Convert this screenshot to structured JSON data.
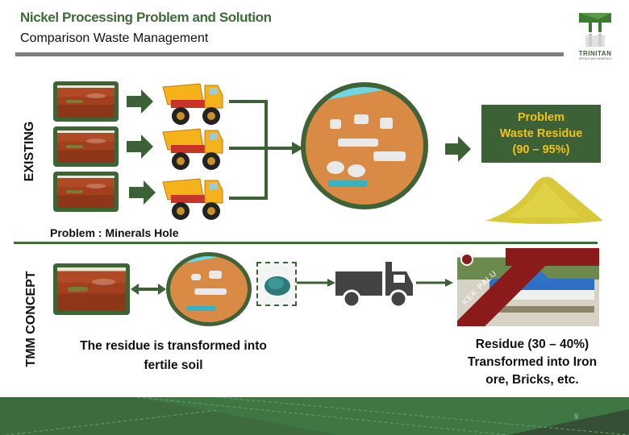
{
  "header": {
    "title": "Nickel Processing Problem and Solution",
    "subtitle": "Comparison Waste Management"
  },
  "logo": {
    "name": "TRINITAN",
    "tagline": "METALS AND MINERALS"
  },
  "existing": {
    "section_label": "EXISTING",
    "mine_caption": "Problem : Minerals Hole",
    "problem_box": {
      "line1": "Problem",
      "line2": "Waste Residue",
      "line3": "(90 – 95%)"
    }
  },
  "tmm": {
    "section_label": "TMM CONCEPT",
    "left_caption_line1": "The residue is transformed into",
    "left_caption_line2": "fertile soil",
    "right_caption_line1": "Residue (30 – 40%)",
    "right_caption_line2": "Transformed into Iron",
    "right_caption_line3": "ore, Bricks, etc.",
    "kek_banner": "KEK PALU"
  },
  "colors": {
    "brand_green": "#3d6136",
    "accent_yellow": "#f2c21a",
    "truck_yellow": "#f5b21a",
    "banner_red": "#8b1a1a"
  },
  "footer": {
    "page_number": "9"
  }
}
